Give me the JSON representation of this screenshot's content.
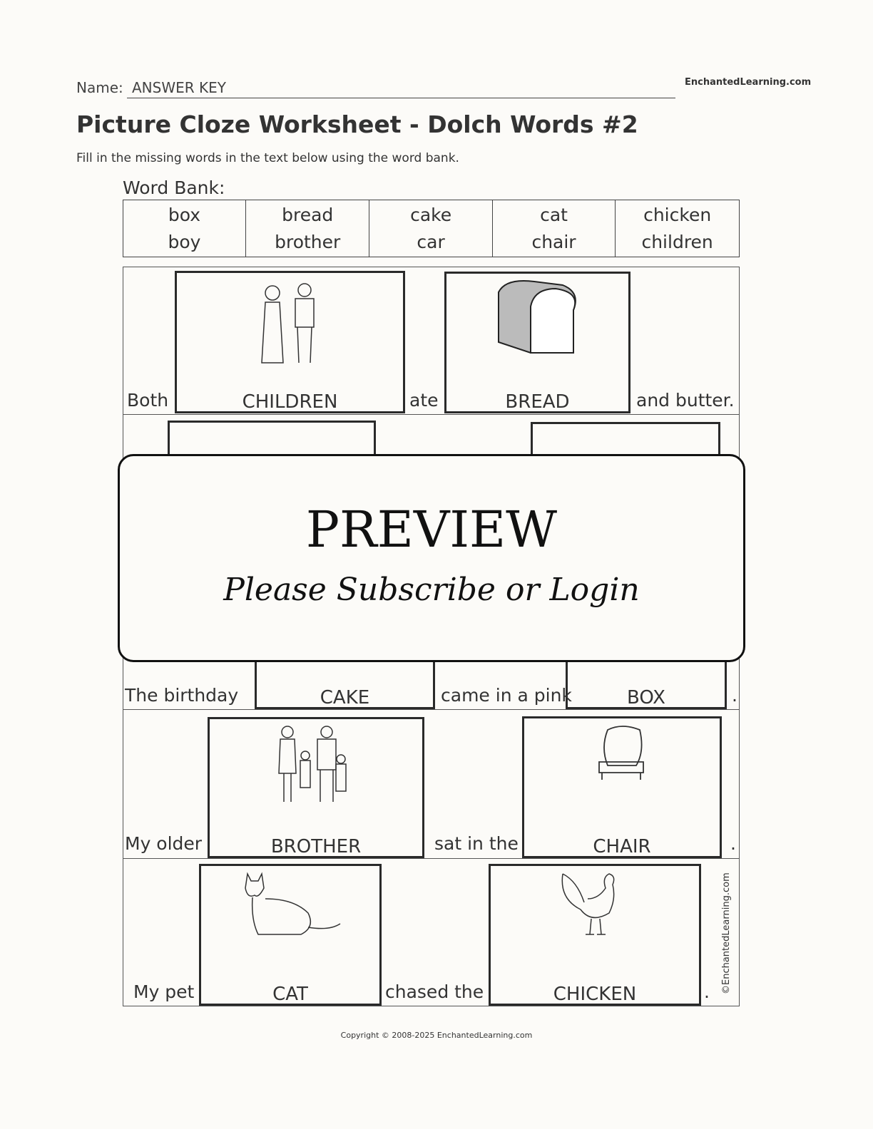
{
  "header": {
    "name_label": "Name:",
    "name_value": "ANSWER KEY",
    "site": "EnchantedLearning.com"
  },
  "title": "Picture Cloze Worksheet - Dolch Words #2",
  "instructions": "Fill in the missing words in the text below using the word bank.",
  "word_bank": {
    "label": "Word Bank:",
    "columns": [
      [
        "box",
        "boy"
      ],
      [
        "bread",
        "brother"
      ],
      [
        "cake",
        "car"
      ],
      [
        "cat",
        "chair"
      ],
      [
        "chicken",
        "children"
      ]
    ]
  },
  "sentences": [
    {
      "w1": "Both",
      "a1": "CHILDREN",
      "w2": "ate",
      "a2": "BREAD",
      "w3": "and butter."
    },
    {
      "w1": "The birthday",
      "a1": "CAKE",
      "w2": "came in a pink",
      "a2": "BOX",
      "w3": "."
    },
    {
      "w1": "My older",
      "a1": "BROTHER",
      "w2": "sat in the",
      "a2": "CHAIR",
      "w3": "."
    },
    {
      "w1": "My pet",
      "a1": "CAT",
      "w2": "chased the",
      "a2": "CHICKEN",
      "w3": "."
    }
  ],
  "side_credit": "©EnchantedLearning.com",
  "overlay": {
    "title": "PREVIEW",
    "subtitle": "Please Subscribe or Login"
  },
  "footer": "Copyright © 2008-2025 EnchantedLearning.com"
}
